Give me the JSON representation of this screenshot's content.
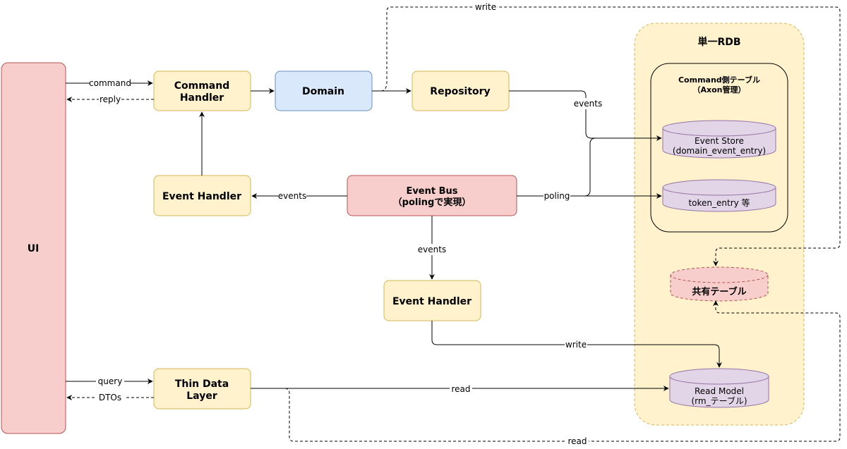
{
  "nodes": {
    "ui": "UI",
    "command_handler": [
      "Command",
      "Handler"
    ],
    "domain": "Domain",
    "repository": "Repository",
    "event_handler_top": "Event Handler",
    "event_bus": [
      "Event Bus",
      "（polingで実現）"
    ],
    "event_handler_mid": "Event Handler",
    "thin_data_layer": [
      "Thin Data",
      "Layer"
    ]
  },
  "rdb": {
    "title": "単一RDB",
    "command_group_title": [
      "Command側テーブル",
      "（Axon管理）"
    ],
    "event_store": [
      "Event Store",
      "(domain_event_entry)"
    ],
    "token_entry": "token_entry 等",
    "shared_table": "共有テーブル",
    "read_model": [
      "Read Model",
      "(rm_テーブル)"
    ]
  },
  "edges": {
    "command": "command",
    "reply": "reply",
    "events_repo": "events",
    "events_bus_left": "events",
    "poling": "poling",
    "events_bus_down": "events",
    "write_rm": "write",
    "write_top": "write",
    "query": "query",
    "dtos": "DTOs",
    "read": "read",
    "read_bottom": "read"
  },
  "colors": {
    "yellow_fill": "#fff2cc",
    "yellow_stroke": "#d6b656",
    "blue_fill": "#dae8fc",
    "blue_stroke": "#6c8ebf",
    "red_fill": "#f8cecc",
    "red_stroke": "#b85450",
    "purple_fill": "#e1d5e7",
    "purple_stroke": "#9673a6",
    "rdb_fill": "#fff2cc",
    "rdb_stroke": "#d6b656"
  }
}
